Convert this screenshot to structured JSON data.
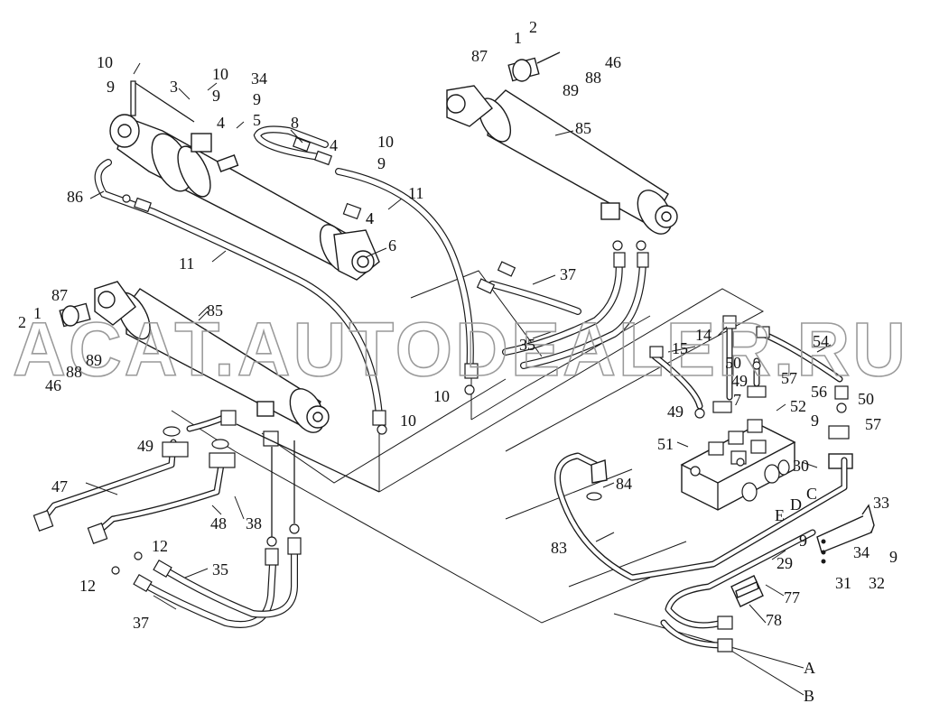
{
  "watermark": "ACAT.AUTODEALER.RU",
  "callouts": [
    "10",
    "9",
    "3",
    "10",
    "9",
    "34",
    "9",
    "5",
    "4",
    "4",
    "8",
    "4",
    "10",
    "9",
    "11",
    "4",
    "6",
    "86",
    "11",
    "2",
    "1",
    "87",
    "46",
    "88",
    "89",
    "85",
    "37",
    "35",
    "10",
    "10",
    "15",
    "14",
    "54",
    "50",
    "49",
    "57",
    "7",
    "52",
    "49",
    "56",
    "50",
    "9",
    "57",
    "51",
    "30",
    "C",
    "D",
    "E",
    "84",
    "33",
    "9",
    "34",
    "9",
    "32",
    "31",
    "29",
    "83",
    "77",
    "78",
    "A",
    "B",
    "1",
    "2",
    "87",
    "85",
    "89",
    "88",
    "46",
    "49",
    "47",
    "48",
    "38",
    "12",
    "35",
    "12",
    "37"
  ]
}
